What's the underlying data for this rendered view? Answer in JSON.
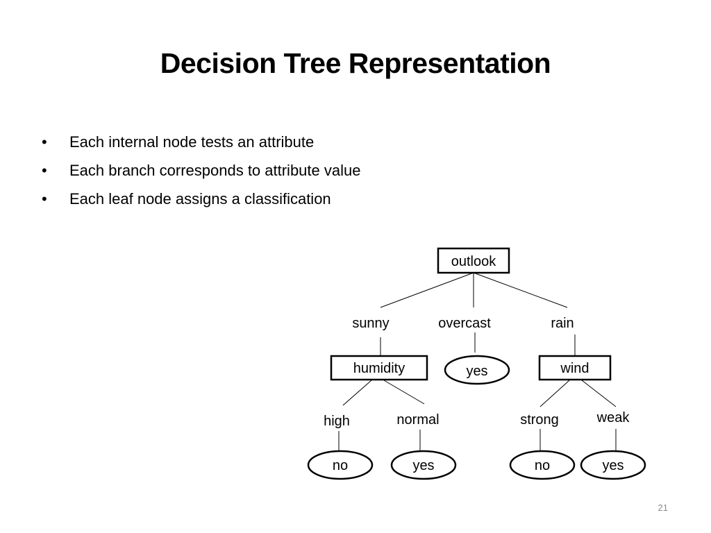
{
  "slide": {
    "title": "Decision Tree Representation",
    "bullets": [
      "Each internal node tests an attribute",
      "Each branch corresponds to attribute value",
      "Each leaf node assigns a classification"
    ],
    "page_number": "21"
  },
  "tree": {
    "root": "outlook",
    "branches": [
      "sunny",
      "overcast",
      "rain"
    ],
    "internal_nodes": [
      "humidity",
      "wind"
    ],
    "humidity_branches": [
      "high",
      "normal"
    ],
    "wind_branches": [
      "strong",
      "weak"
    ],
    "leaves": {
      "overcast": "yes",
      "high": "no",
      "normal": "yes",
      "strong": "no",
      "weak": "yes"
    }
  }
}
